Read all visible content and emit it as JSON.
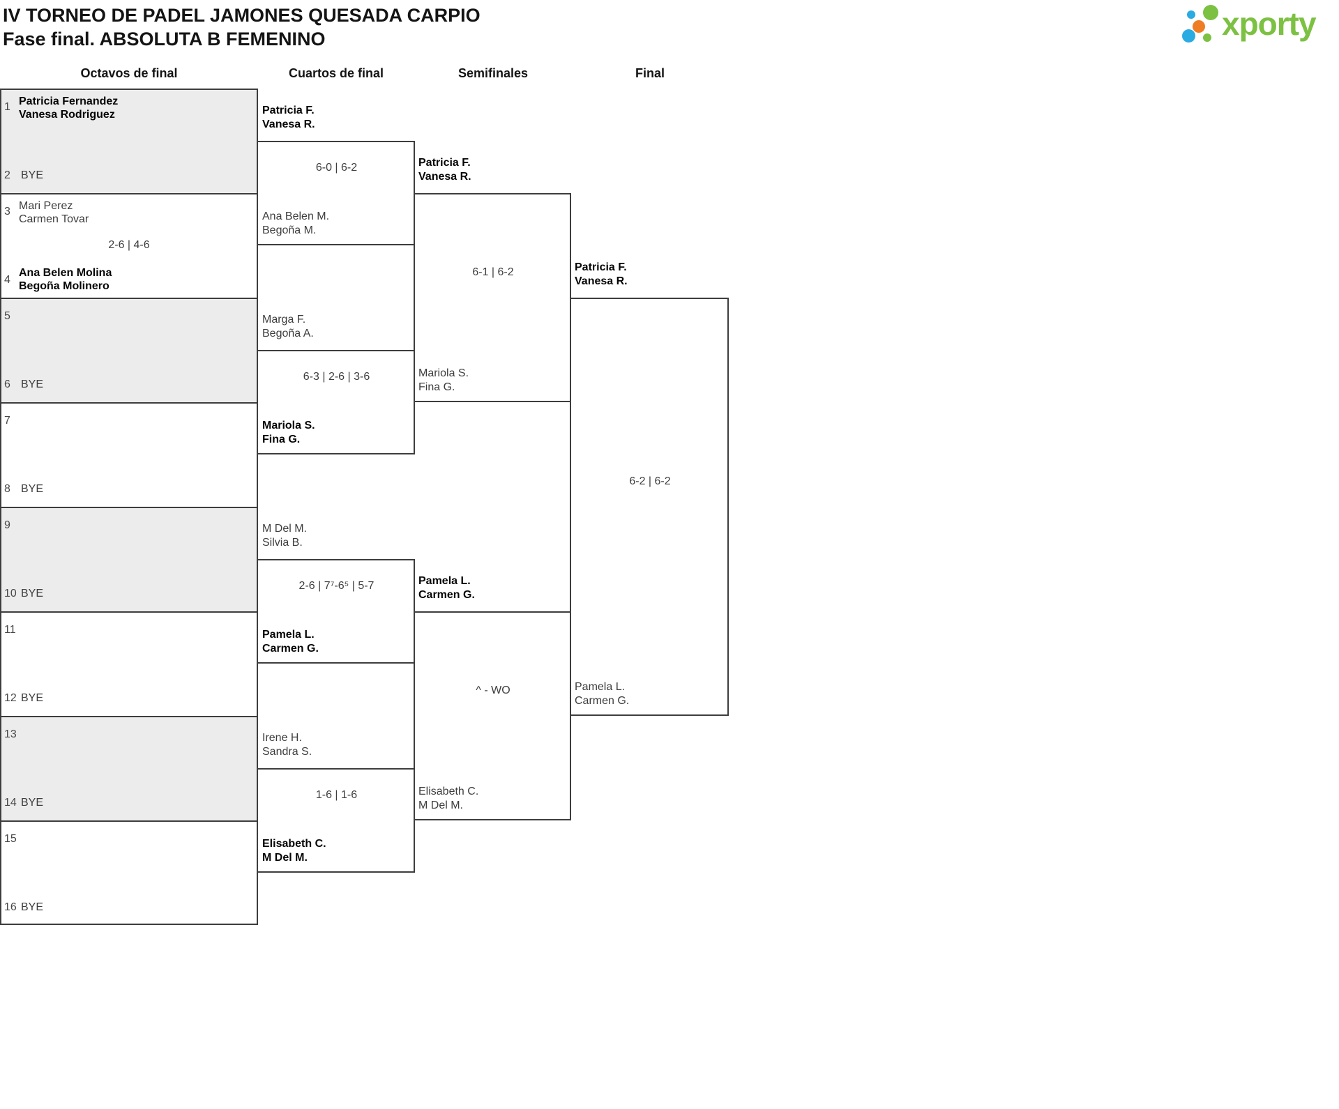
{
  "header": {
    "title_line1": "IV TORNEO DE PADEL JAMONES QUESADA CARPIO",
    "title_line2": "Fase final. ABSOLUTA B FEMENINO",
    "logo_text": "xporty",
    "logo_colors": {
      "green": "#7cc142",
      "blue": "#2aabe2",
      "orange": "#ee7d23"
    }
  },
  "round_headers": [
    {
      "label": "Octavos de final"
    },
    {
      "label": "Cuartos de final"
    },
    {
      "label": "Semifinales"
    },
    {
      "label": "Final"
    }
  ],
  "bracket": {
    "octavos": {
      "slots": [
        {
          "n": "1",
          "line1": "Patricia Fernandez",
          "line2": "Vanesa Rodriguez",
          "winner": true
        },
        {
          "n": "2",
          "bye": "BYE"
        },
        {
          "n": "3",
          "line1": "Mari Perez",
          "line2": "Carmen Tovar",
          "winner": false
        },
        {
          "n": "4",
          "line1": "Ana Belen Molina",
          "line2": "Begoña Molinero",
          "winner": true
        },
        {
          "n": "5"
        },
        {
          "n": "6",
          "bye": "BYE"
        },
        {
          "n": "7"
        },
        {
          "n": "8",
          "bye": "BYE"
        },
        {
          "n": "9"
        },
        {
          "n": "10",
          "bye": "BYE"
        },
        {
          "n": "11"
        },
        {
          "n": "12",
          "bye": "BYE"
        },
        {
          "n": "13"
        },
        {
          "n": "14",
          "bye": "BYE"
        },
        {
          "n": "15"
        },
        {
          "n": "16",
          "bye": "BYE"
        }
      ],
      "match_3_4_score": "2-6 | 4-6"
    },
    "cuartos": [
      {
        "top1": "Patricia F.",
        "top2": "Vanesa R.",
        "bottom1": "Ana Belen M.",
        "bottom2": "Begoña M.",
        "score": "6-0 | 6-2",
        "winner": "top"
      },
      {
        "top1": "Marga F.",
        "top2": "Begoña A.",
        "bottom1": "Mariola S.",
        "bottom2": "Fina G.",
        "score": "6-3 | 2-6 | 3-6",
        "winner": "bottom"
      },
      {
        "top1": "M Del M.",
        "top2": "Silvia B.",
        "bottom1": "Pamela L.",
        "bottom2": "Carmen G.",
        "score": "2-6 | 7⁷-6⁵ | 5-7",
        "winner": "bottom"
      },
      {
        "top1": "Irene H.",
        "top2": "Sandra S.",
        "bottom1": "Elisabeth C.",
        "bottom2": "M Del M.",
        "score": "1-6 | 1-6",
        "winner": "bottom"
      }
    ],
    "semifinales": [
      {
        "top1": "Patricia F.",
        "top2": "Vanesa R.",
        "bottom1": "Mariola S.",
        "bottom2": "Fina G.",
        "score": "6-1 | 6-2",
        "winner": "top"
      },
      {
        "top1": "Pamela L.",
        "top2": "Carmen G.",
        "bottom1": "Elisabeth C.",
        "bottom2": "M Del M.",
        "score": "^ - WO",
        "winner": "top"
      }
    ],
    "final": {
      "top1": "Patricia F.",
      "top2": "Vanesa R.",
      "bottom1": "Pamela L.",
      "bottom2": "Carmen G.",
      "score": "6-2 | 6-2",
      "winner": "top"
    }
  }
}
